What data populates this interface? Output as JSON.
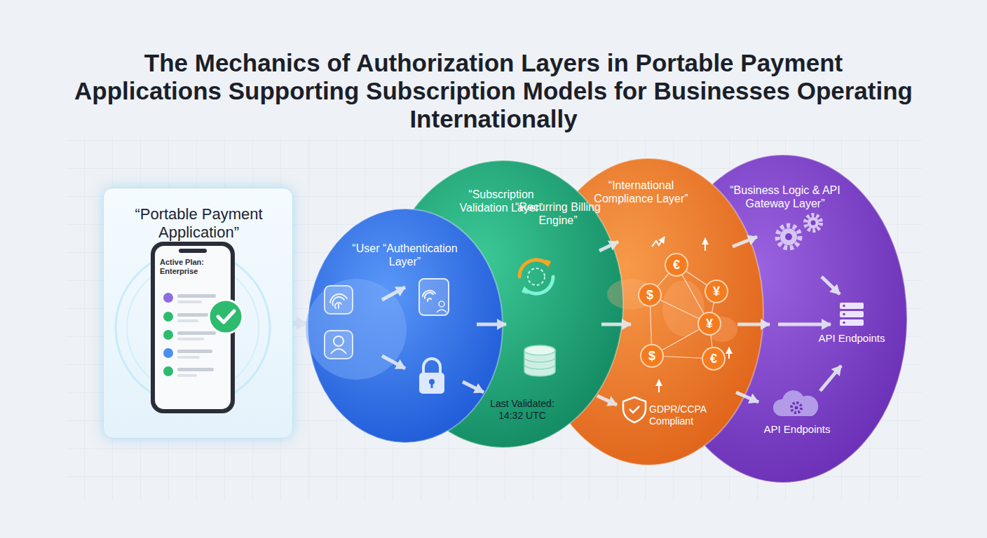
{
  "diagram": {
    "title": "The Mechanics of Authorization Layers in Portable Payment Applications Supporting Subscription Models for Businesses Operating Internationally",
    "nodes": [
      {
        "text": [
          "“Portable Payment Application”"
        ]
      },
      {
        "text": [
          "“User “Authentication Layer”"
        ]
      },
      {
        "text": [
          "“Subscription Validation Layer”"
        ]
      },
      {
        "text": [
          "“International Compliance Layer”"
        ]
      },
      {
        "text": [
          "“Business Logic & API Gateway Layer”"
        ]
      }
    ],
    "edges": [
      {
        "from": 0,
        "to": 1,
        "arrow": "to"
      }
    ],
    "labels": [
      "Active Plan: Enterprise",
      "“Recurring Billing Engine”",
      "Last Validated: 14:32 UTC",
      "€",
      "$",
      "¥",
      "¥",
      "$",
      "€",
      "GDPR/CCPA Compliant",
      "API Endpoints",
      "API Endpoints"
    ]
  }
}
